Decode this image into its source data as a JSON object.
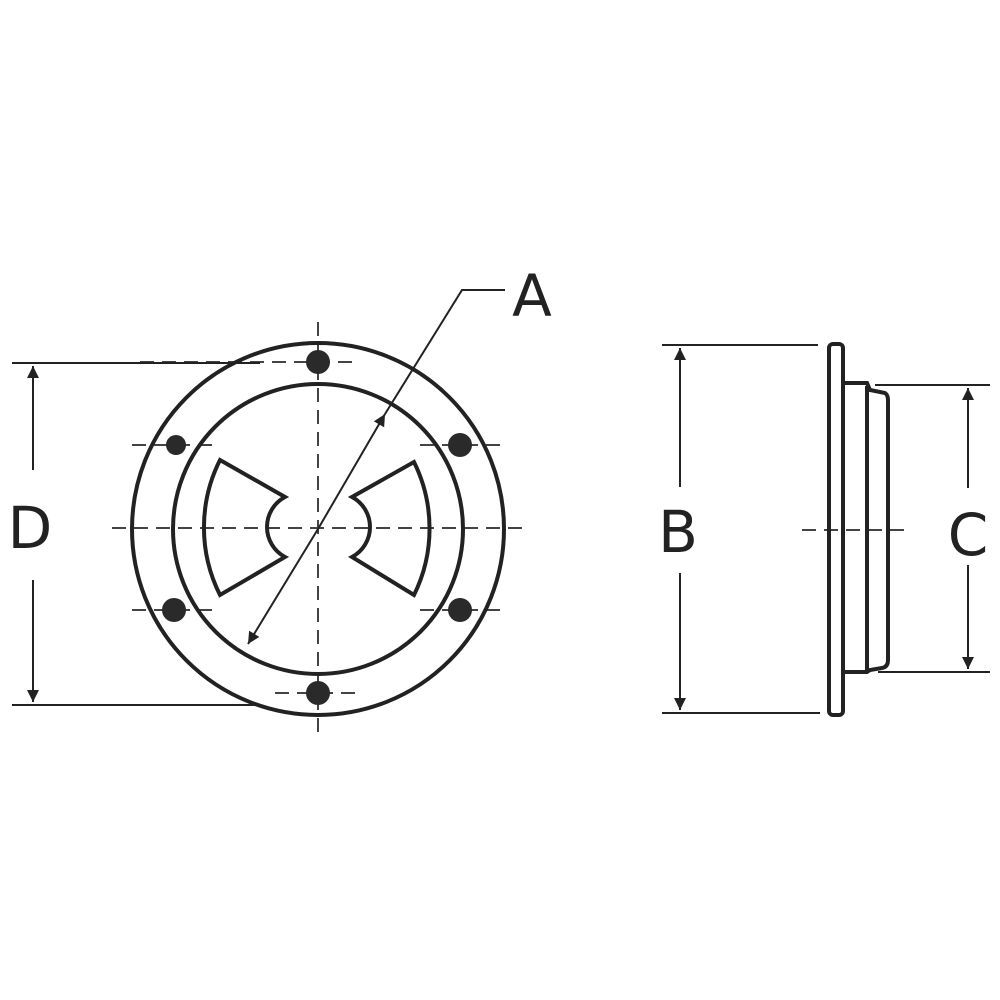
{
  "diagram": {
    "labels": {
      "a": "A",
      "b": "B",
      "c": "C",
      "d": "D"
    },
    "colors": {
      "line": "#222222",
      "background": "#ffffff"
    }
  }
}
